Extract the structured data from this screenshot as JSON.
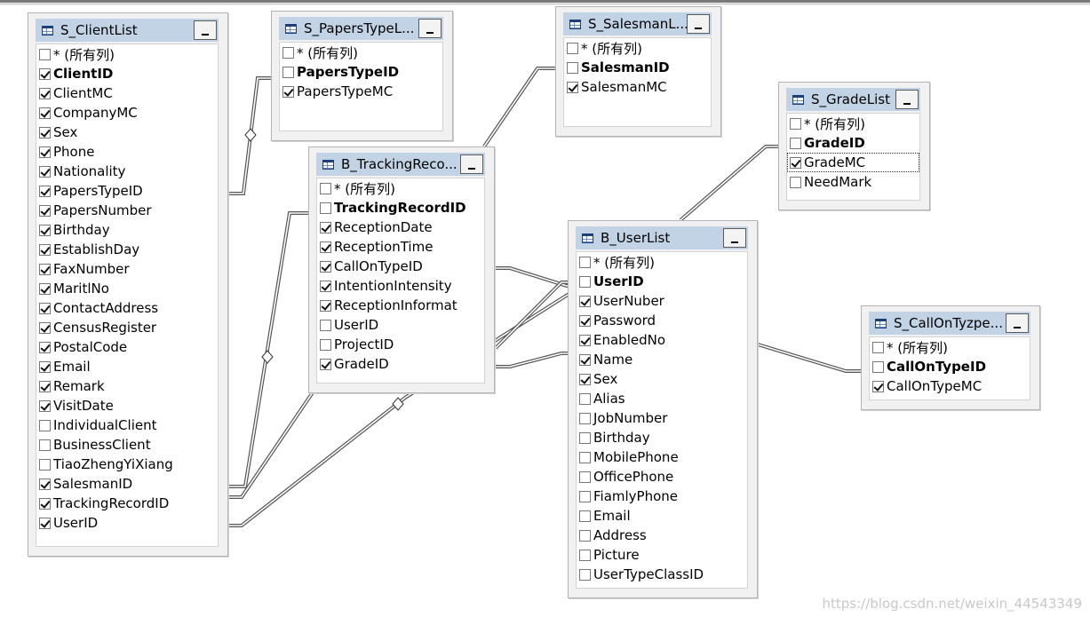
{
  "tables": [
    {
      "id": "client",
      "title": "S_ClientList",
      "rows": [
        {
          "label": "* (所有列)",
          "checked": false,
          "pk": false
        },
        {
          "label": "ClientID",
          "checked": true,
          "pk": true
        },
        {
          "label": "ClientMC",
          "checked": true,
          "pk": false
        },
        {
          "label": "CompanyMC",
          "checked": true,
          "pk": false
        },
        {
          "label": "Sex",
          "checked": true,
          "pk": false
        },
        {
          "label": "Phone",
          "checked": true,
          "pk": false
        },
        {
          "label": "Nationality",
          "checked": true,
          "pk": false
        },
        {
          "label": "PapersTypeID",
          "checked": true,
          "pk": false
        },
        {
          "label": "PapersNumber",
          "checked": true,
          "pk": false
        },
        {
          "label": "Birthday",
          "checked": true,
          "pk": false
        },
        {
          "label": "EstablishDay",
          "checked": true,
          "pk": false
        },
        {
          "label": "FaxNumber",
          "checked": true,
          "pk": false
        },
        {
          "label": "MaritlNo",
          "checked": true,
          "pk": false
        },
        {
          "label": "ContactAddress",
          "checked": true,
          "pk": false
        },
        {
          "label": "CensusRegister",
          "checked": true,
          "pk": false
        },
        {
          "label": "PostalCode",
          "checked": true,
          "pk": false
        },
        {
          "label": "Email",
          "checked": true,
          "pk": false
        },
        {
          "label": "Remark",
          "checked": true,
          "pk": false
        },
        {
          "label": "VisitDate",
          "checked": true,
          "pk": false
        },
        {
          "label": "IndividualClient",
          "checked": false,
          "pk": false
        },
        {
          "label": "BusinessClient",
          "checked": false,
          "pk": false
        },
        {
          "label": "TiaoZhengYiXiang",
          "checked": false,
          "pk": false
        },
        {
          "label": "SalesmanID",
          "checked": true,
          "pk": false
        },
        {
          "label": "TrackingRecordID",
          "checked": true,
          "pk": false
        },
        {
          "label": "UserID",
          "checked": true,
          "pk": false
        }
      ]
    },
    {
      "id": "paperstype",
      "title": "S_PapersTypeL...",
      "rows": [
        {
          "label": "* (所有列)",
          "checked": false,
          "pk": false
        },
        {
          "label": "PapersTypeID",
          "checked": false,
          "pk": true
        },
        {
          "label": "PapersTypeMC",
          "checked": true,
          "pk": false
        }
      ]
    },
    {
      "id": "salesman",
      "title": "S_SalesmanL...",
      "rows": [
        {
          "label": "* (所有列)",
          "checked": false,
          "pk": false
        },
        {
          "label": "SalesmanID",
          "checked": false,
          "pk": true
        },
        {
          "label": "SalesmanMC",
          "checked": true,
          "pk": false
        }
      ]
    },
    {
      "id": "grade",
      "title": "S_GradeList",
      "rows": [
        {
          "label": "* (所有列)",
          "checked": false,
          "pk": false
        },
        {
          "label": "GradeID",
          "checked": false,
          "pk": true
        },
        {
          "label": "GradeMC",
          "checked": true,
          "pk": false,
          "focus": true
        },
        {
          "label": "NeedMark",
          "checked": false,
          "pk": false
        }
      ]
    },
    {
      "id": "tracking",
      "title": "B_TrackingReco...",
      "rows": [
        {
          "label": "* (所有列)",
          "checked": false,
          "pk": false
        },
        {
          "label": "TrackingRecordID",
          "checked": false,
          "pk": true
        },
        {
          "label": "ReceptionDate",
          "checked": true,
          "pk": false
        },
        {
          "label": "ReceptionTime",
          "checked": true,
          "pk": false
        },
        {
          "label": "CallOnTypeID",
          "checked": true,
          "pk": false
        },
        {
          "label": "IntentionIntensity",
          "checked": true,
          "pk": false
        },
        {
          "label": "ReceptionInformat",
          "checked": true,
          "pk": false
        },
        {
          "label": "UserID",
          "checked": false,
          "pk": false
        },
        {
          "label": "ProjectID",
          "checked": false,
          "pk": false
        },
        {
          "label": "GradeID",
          "checked": true,
          "pk": false
        }
      ]
    },
    {
      "id": "user",
      "title": "B_UserList",
      "rows": [
        {
          "label": "* (所有列)",
          "checked": false,
          "pk": false
        },
        {
          "label": "UserID",
          "checked": false,
          "pk": true
        },
        {
          "label": "UserNuber",
          "checked": true,
          "pk": false
        },
        {
          "label": "Password",
          "checked": true,
          "pk": false
        },
        {
          "label": "EnabledNo",
          "checked": true,
          "pk": false
        },
        {
          "label": "Name",
          "checked": true,
          "pk": false
        },
        {
          "label": "Sex",
          "checked": true,
          "pk": false
        },
        {
          "label": "Alias",
          "checked": false,
          "pk": false
        },
        {
          "label": "JobNumber",
          "checked": false,
          "pk": false
        },
        {
          "label": "Birthday",
          "checked": false,
          "pk": false
        },
        {
          "label": "MobilePhone",
          "checked": false,
          "pk": false
        },
        {
          "label": "OfficePhone",
          "checked": false,
          "pk": false
        },
        {
          "label": "FiamlyPhone",
          "checked": false,
          "pk": false
        },
        {
          "label": "Email",
          "checked": false,
          "pk": false
        },
        {
          "label": "Address",
          "checked": false,
          "pk": false
        },
        {
          "label": "Picture",
          "checked": false,
          "pk": false
        },
        {
          "label": "UserTypeClassID",
          "checked": false,
          "pk": false
        }
      ]
    },
    {
      "id": "callontype",
      "title": "S_CallOnTyzpe...",
      "rows": [
        {
          "label": "* (所有列)",
          "checked": false,
          "pk": false
        },
        {
          "label": "CallOnTypeID",
          "checked": false,
          "pk": true
        },
        {
          "label": "CallOnTypeMC",
          "checked": true,
          "pk": false
        }
      ]
    }
  ],
  "watermark": "https://blog.csdn.net/weixin_44543349",
  "colors": {
    "header": "#c2d3e6",
    "frame": "#f1f1f1",
    "line": "#555555"
  }
}
